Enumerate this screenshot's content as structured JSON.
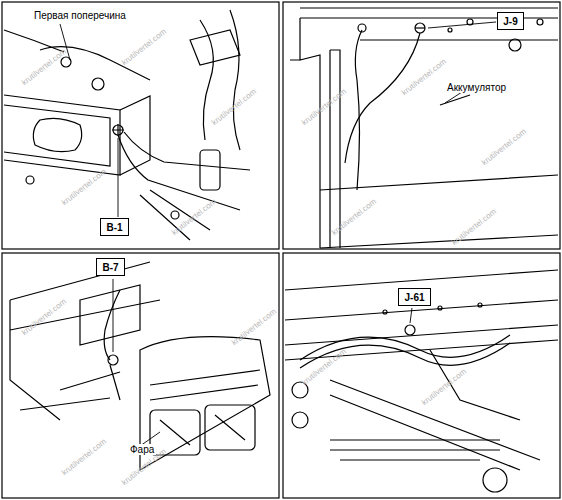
{
  "diagram": {
    "nodes": [
      {
        "text": [
          "B-1"
        ]
      },
      {
        "text": [
          "J-9"
        ]
      },
      {
        "text": [
          "B-7"
        ]
      },
      {
        "text": [
          "J-61"
        ]
      }
    ],
    "labels": [
      "Первая поперечина",
      "Аккумулятор",
      "Фара",
      "krutilvertel.com",
      "krutilvertel.com",
      "krutilvertel.com",
      "krutilvertel.com",
      "krutilvertel.com",
      "krutilvertel.com",
      "krutilvertel.com",
      "krutilvertel.com",
      "krutilvertel.com",
      "krutilvertel.com",
      "krutilvertel.com",
      "krutilvertel.com",
      "krutilvertel.com",
      "krutilvertel.com",
      "krutilvertel.com",
      "krutilvertel.com"
    ]
  }
}
